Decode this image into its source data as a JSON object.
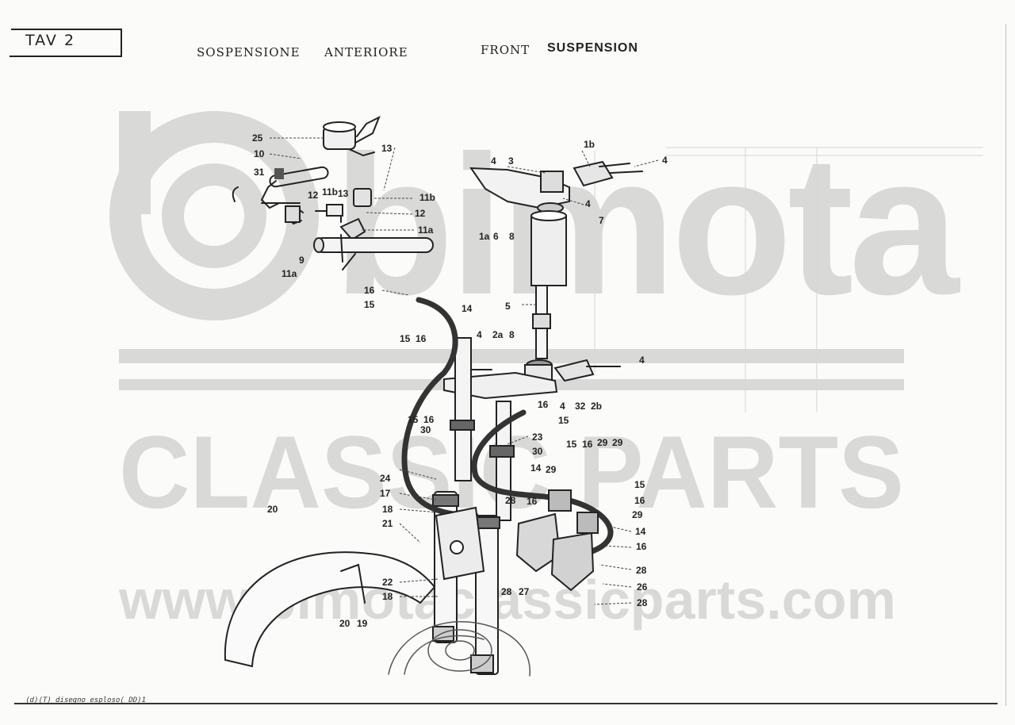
{
  "header": {
    "tab_label": "TAV 2",
    "title_it_1": "SOSPENSIONE",
    "title_it_2": "ANTERIORE",
    "title_en_1": "FRONT",
    "title_en_2": "SUSPENSION"
  },
  "watermark": {
    "brand": "bimota",
    "line2": "CLASSIC PARTS",
    "url": "www.bimotaclassicparts.com"
  },
  "callouts": [
    {
      "id": "c-25",
      "text": "25"
    },
    {
      "id": "c-10",
      "text": "10"
    },
    {
      "id": "c-31",
      "text": "31"
    },
    {
      "id": "c-13a",
      "text": "13"
    },
    {
      "id": "c-12a",
      "text": "12"
    },
    {
      "id": "c-11b-a",
      "text": "11b"
    },
    {
      "id": "c-13b",
      "text": "13"
    },
    {
      "id": "c-11b-b",
      "text": "11b"
    },
    {
      "id": "c-12b",
      "text": "12"
    },
    {
      "id": "c-11a-a",
      "text": "11a"
    },
    {
      "id": "c-11a-b",
      "text": "11a"
    },
    {
      "id": "c-9",
      "text": "9"
    },
    {
      "id": "c-1b",
      "text": "1b"
    },
    {
      "id": "c-4a",
      "text": "4"
    },
    {
      "id": "c-3",
      "text": "3"
    },
    {
      "id": "c-4b",
      "text": "4"
    },
    {
      "id": "c-4c",
      "text": "4"
    },
    {
      "id": "c-7",
      "text": "7"
    },
    {
      "id": "c-1a",
      "text": "1a"
    },
    {
      "id": "c-6",
      "text": "6"
    },
    {
      "id": "c-8a",
      "text": "8"
    },
    {
      "id": "c-16a",
      "text": "16"
    },
    {
      "id": "c-15a",
      "text": "15"
    },
    {
      "id": "c-14a",
      "text": "14"
    },
    {
      "id": "c-5",
      "text": "5"
    },
    {
      "id": "c-15b",
      "text": "15"
    },
    {
      "id": "c-16b",
      "text": "16"
    },
    {
      "id": "c-4d",
      "text": "4"
    },
    {
      "id": "c-2a",
      "text": "2a"
    },
    {
      "id": "c-8b",
      "text": "8"
    },
    {
      "id": "c-4e",
      "text": "4"
    },
    {
      "id": "c-4f",
      "text": "4"
    },
    {
      "id": "c-32",
      "text": "32"
    },
    {
      "id": "c-2b",
      "text": "2b"
    },
    {
      "id": "c-15c",
      "text": "15"
    },
    {
      "id": "c-16c",
      "text": "16"
    },
    {
      "id": "c-30a",
      "text": "30"
    },
    {
      "id": "c-16d",
      "text": "16"
    },
    {
      "id": "c-15d",
      "text": "15"
    },
    {
      "id": "c-23",
      "text": "23"
    },
    {
      "id": "c-30b",
      "text": "30"
    },
    {
      "id": "c-15e",
      "text": "15"
    },
    {
      "id": "c-16e",
      "text": "16"
    },
    {
      "id": "c-29a",
      "text": "29"
    },
    {
      "id": "c-29b",
      "text": "29"
    },
    {
      "id": "c-14b",
      "text": "14"
    },
    {
      "id": "c-29c",
      "text": "29"
    },
    {
      "id": "c-24",
      "text": "24"
    },
    {
      "id": "c-17",
      "text": "17"
    },
    {
      "id": "c-15f",
      "text": "15"
    },
    {
      "id": "c-16f",
      "text": "16"
    },
    {
      "id": "c-20a",
      "text": "20"
    },
    {
      "id": "c-18a",
      "text": "18"
    },
    {
      "id": "c-28a",
      "text": "28"
    },
    {
      "id": "c-16g",
      "text": "16"
    },
    {
      "id": "c-29d",
      "text": "29"
    },
    {
      "id": "c-14c",
      "text": "14"
    },
    {
      "id": "c-21",
      "text": "21"
    },
    {
      "id": "c-16h",
      "text": "16"
    },
    {
      "id": "c-28b",
      "text": "28"
    },
    {
      "id": "c-22",
      "text": "22"
    },
    {
      "id": "c-26",
      "text": "26"
    },
    {
      "id": "c-18b",
      "text": "18"
    },
    {
      "id": "c-28c",
      "text": "28"
    },
    {
      "id": "c-27",
      "text": "27"
    },
    {
      "id": "c-28d",
      "text": "28"
    },
    {
      "id": "c-20b",
      "text": "20"
    },
    {
      "id": "c-19",
      "text": "19"
    }
  ],
  "footer": {
    "caption": "(d)(T) disegno esploso( DD)1"
  }
}
